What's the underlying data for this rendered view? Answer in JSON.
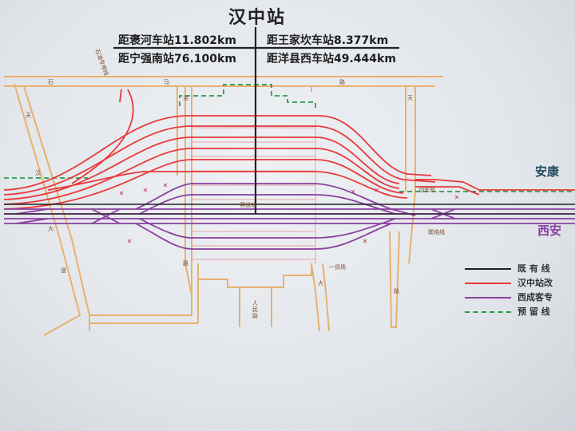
{
  "title": "汉中站",
  "distances": {
    "top_left": "距褒河车站11.802km",
    "top_right": "距王家坎车站8.377km",
    "bottom_left": "距宁强南站76.100km",
    "bottom_right": "距洋县西车站49.444km"
  },
  "directions": {
    "east_upper": "安康",
    "east_lower": "西安"
  },
  "small_labels": {
    "branch_line": "石油专用线",
    "road_top_a": "石",
    "road_top_b": "马",
    "road_top_c": "路",
    "road_right_a": "天",
    "road_left_a": "天",
    "road_left_b": "汉",
    "road_left_c": "大",
    "road_left_d": "道",
    "road_mid": "洛",
    "road_mid2": "路",
    "goods_yard": "一货场",
    "bottom_road": "人 民 路",
    "right_stub_a": "大",
    "right_stub_b": "路",
    "right_station_a": "动车所",
    "right_station_b": "联络线",
    "center_small": "客运站"
  },
  "legend": [
    {
      "label": "既 有 线",
      "color": "#222222",
      "style": "solid"
    },
    {
      "label": "汉中站改",
      "color": "#e8383a",
      "style": "solid"
    },
    {
      "label": "西成客专",
      "color": "#8a3fa0",
      "style": "solid"
    },
    {
      "label": "预 留 线",
      "color": "#2a9a4a",
      "style": "dashed"
    }
  ],
  "colors": {
    "existing": "#222222",
    "rebuild": "#e8383a",
    "xicheng": "#8a3fa0",
    "reserved": "#2a9a4a",
    "road": "#e8b070"
  }
}
